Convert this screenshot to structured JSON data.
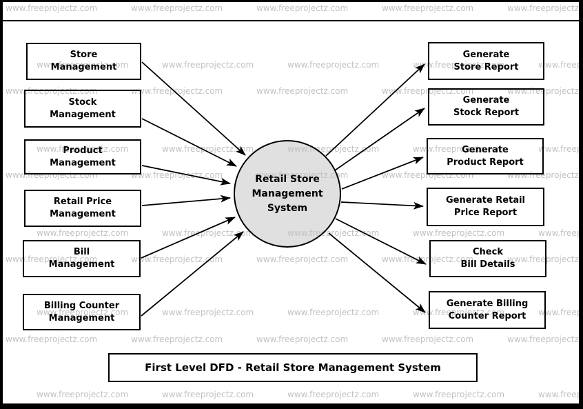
{
  "watermark": {
    "text": "www.freeprojectz.com",
    "color": "#c2c2c2"
  },
  "diagram": {
    "caption": "First Level DFD - Retail Store Management System",
    "process": {
      "label": "Retail Store\nManagement\nSystem",
      "fill": "#e0e0e0"
    },
    "external_entities": [
      {
        "label": "Store\nManagement"
      },
      {
        "label": "Stock\nManagement"
      },
      {
        "label": "Product\nManagement"
      },
      {
        "label": "Retail Price\nManagement"
      },
      {
        "label": "Bill\nManagement"
      },
      {
        "label": "Billing Counter\nManagement"
      }
    ],
    "outputs": [
      {
        "label": "Generate\nStore Report"
      },
      {
        "label": "Generate\nStock Report"
      },
      {
        "label": "Generate\nProduct Report"
      },
      {
        "label": "Generate Retail\nPrice Report"
      },
      {
        "label": "Check\nBill Details"
      },
      {
        "label": "Generate Billing\nCounter Report"
      }
    ]
  }
}
